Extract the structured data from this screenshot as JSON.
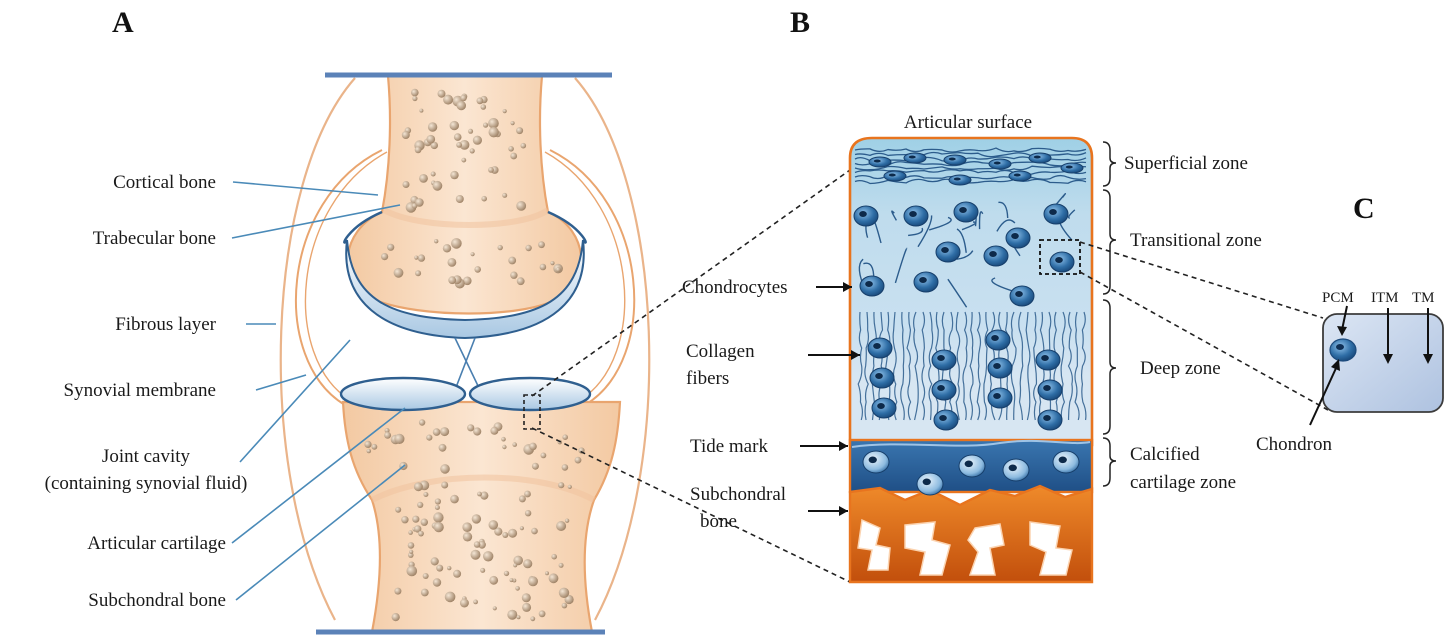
{
  "panels": {
    "a": "A",
    "b": "B",
    "c": "C"
  },
  "joint_labels": {
    "cortical_bone": "Cortical bone",
    "trabecular_bone": "Trabecular bone",
    "fibrous_layer": "Fibrous layer",
    "synovial_membrane": "Synovial membrane",
    "joint_cavity_1": "Joint cavity",
    "joint_cavity_2": "(containing synovial fluid)",
    "articular_cartilage": "Articular cartilage",
    "subchondral_bone": "Subchondral bone"
  },
  "cartilage_labels": {
    "articular_surface": "Articular surface",
    "chondrocytes": "Chondrocytes",
    "collagen_1": "Collagen",
    "collagen_2": "fibers",
    "tide_mark": "Tide mark",
    "subchondral_1": "Subchondral",
    "subchondral_2": "bone"
  },
  "zones": {
    "superficial": "Superficial zone",
    "transitional": "Transitional zone",
    "deep": "Deep zone",
    "calcified_1": "Calcified",
    "calcified_2": "cartilage zone"
  },
  "chondron_labels": {
    "pcm": "PCM",
    "itm": "ITM",
    "tm": "TM",
    "chondron": "Chondron"
  },
  "colors": {
    "bone_fill": "#f7d7b8",
    "bone_outline": "#e9a56f",
    "cartilage_blue": "#cfe3f2",
    "cell_blue": "#2f6ea6",
    "subchondral_orange": "#e8741e",
    "lead_blue": "#4a8ab8"
  }
}
